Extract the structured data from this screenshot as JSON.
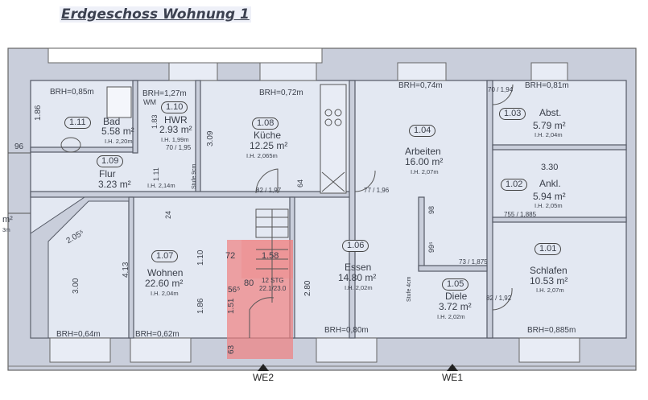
{
  "title": "Erdgeschoss Wohnung 1",
  "colors": {
    "floor": "#e3e8f2",
    "wall": "#c8cdda",
    "wall_line": "#555a66",
    "stair_highlight": "#f08080"
  },
  "rooms": [
    {
      "id": "1.01",
      "name": "Schlafen",
      "area": "10.53 m²",
      "height": "I.H. 2,07m",
      "brh": "BRH=0,885m"
    },
    {
      "id": "1.02",
      "name": "Ankl.",
      "area": "5.94 m²",
      "height": "I.H. 2,05m",
      "dim": "3.30"
    },
    {
      "id": "1.03",
      "name": "Abst.",
      "area": "5.79 m²",
      "height": "I.H. 2,04m",
      "brh": "BRH=0,81m"
    },
    {
      "id": "1.04",
      "name": "Arbeiten",
      "area": "16.00 m²",
      "height": "I.H. 2,07m",
      "brh": "BRH=0,74m"
    },
    {
      "id": "1.05",
      "name": "Diele",
      "area": "3.72 m²",
      "height": "I.H. 2,02m"
    },
    {
      "id": "1.06",
      "name": "Essen",
      "area": "14.80 m²",
      "height": "I.H. 2,02m",
      "brh": "BRH=0,80m"
    },
    {
      "id": "1.07",
      "name": "Wohnen",
      "area": "22.60 m²",
      "height": "I.H. 2,04m",
      "brh1": "BRH=0,64m",
      "brh2": "BRH=0,62m"
    },
    {
      "id": "1.08",
      "name": "Küche",
      "area": "12.25 m²",
      "height": "I.H. 2,065m",
      "brh": "BRH=0,72m"
    },
    {
      "id": "1.09",
      "name": "Flur",
      "area": "3.23 m²",
      "height": "I.H. 2,14m"
    },
    {
      "id": "1.10",
      "name": "HWR",
      "area": "2.93 m²",
      "height": "I.H. 1,99m",
      "brh": "BRH=1,27m",
      "wm": "WM"
    },
    {
      "id": "1.11",
      "name": "Bad",
      "area": "5.58 m²",
      "height": "I.H. 2,20m",
      "brh": "BRH=0,85m"
    }
  ],
  "dimensions": {
    "bad_h": "1.86",
    "hwr_h": "1.83",
    "kueche_h": "3.09",
    "flur_h": "1.11",
    "kueche_64": "64",
    "wohnen_205": "2.05⁵",
    "wohnen_300": "3.00",
    "wohnen_413": "4.13",
    "wohnen_110": "1.10",
    "wohnen_186": "1.86",
    "wohnen_24": "24",
    "stair_72": "72",
    "stair_158": "1.58",
    "stair_80": "80",
    "stair_56": "56⁵",
    "stair_151": "1.51",
    "stair_63": "63",
    "stair_stg": "12 STG",
    "stair_ratio": "22.1/23.0",
    "essen_280": "2.80",
    "diele_98": "98",
    "diele_99": "99⁵",
    "left_96": "96",
    "door_kueche": "82 / 1,97",
    "door_arbeiten": "77 / 1,96",
    "door_hwr": "70 / 1,95",
    "door_abst": "70 / 1,94",
    "door_ankl": "755 / 1,885",
    "door_diele": "73 / 1,875",
    "door_schlafen": "82 / 1,92",
    "stufe_9": "Stufe 9cm",
    "stufe_4": "Stufe 4cm"
  },
  "entries": [
    {
      "label": "WE2"
    },
    {
      "label": "WE1"
    }
  ],
  "left_fragment": {
    "area": "m²",
    "h": "3m"
  }
}
